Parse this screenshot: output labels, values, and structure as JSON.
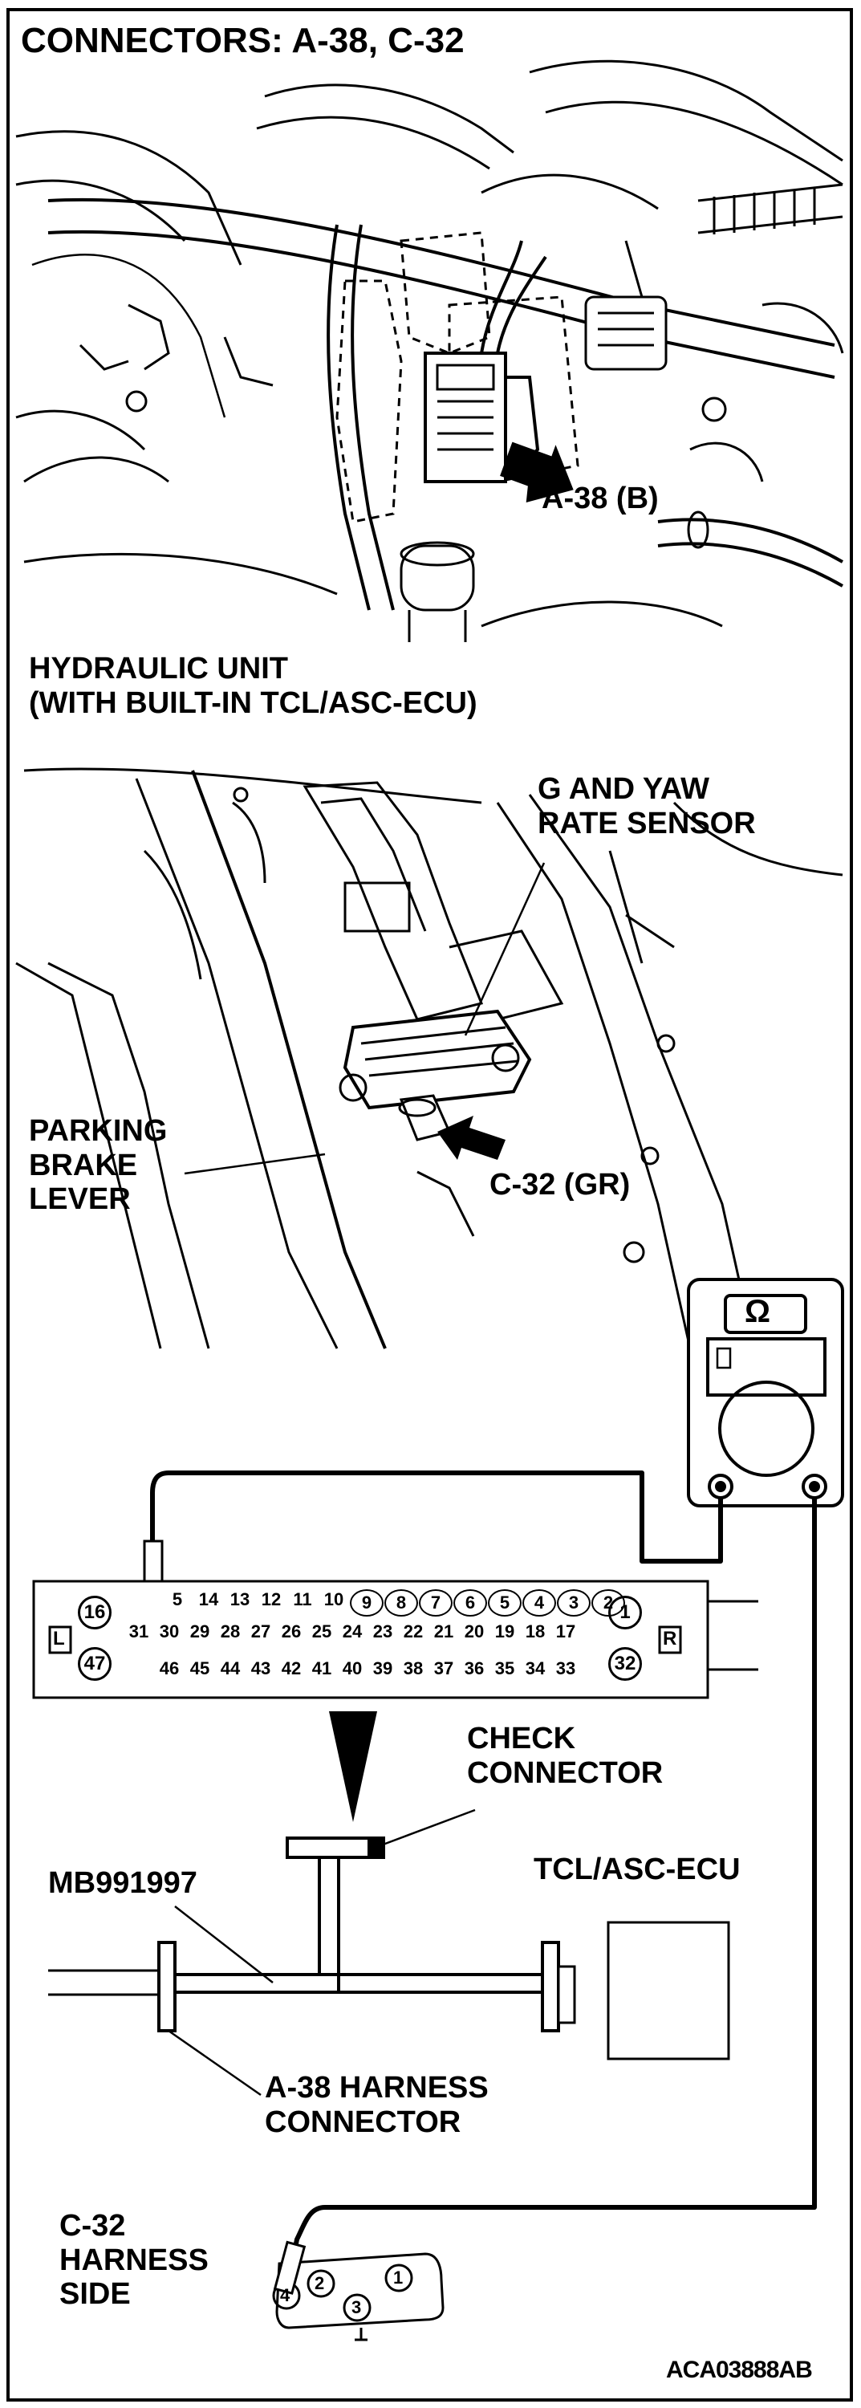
{
  "title": "CONNECTORS: A-38, C-32",
  "callouts": {
    "a38_connector": "A-38 (B)",
    "hydraulic_unit": "HYDRAULIC UNIT\n(WITH BUILT-IN TCL/ASC-ECU)",
    "g_yaw_sensor": "G AND YAW\nRATE SENSOR",
    "parking_brake": "PARKING\nBRAKE\nLEVER",
    "c32_connector": "C-32 (GR)",
    "check_connector": "CHECK\nCONNECTOR",
    "tool": "MB991997",
    "ecu": "TCL/ASC-ECU",
    "a38_harness": "A-38 HARNESS\nCONNECTOR",
    "c32_harness": "C-32\nHARNESS\nSIDE"
  },
  "meter": {
    "symbol": "Ω"
  },
  "check_connector_pins": {
    "left_marker": "L",
    "right_marker": "R",
    "left_column": [
      "16",
      "47"
    ],
    "right_column": [
      "1",
      "32"
    ],
    "top_row": [
      "5",
      "14",
      "13",
      "12",
      "11",
      "10",
      "9",
      "8",
      "7",
      "6",
      "5",
      "4",
      "3",
      "2"
    ],
    "middle_row": [
      "31",
      "30",
      "29",
      "28",
      "27",
      "26",
      "25",
      "24",
      "23",
      "22",
      "21",
      "20",
      "19",
      "18",
      "17"
    ],
    "bottom_row": [
      "46",
      "45",
      "44",
      "43",
      "42",
      "41",
      "40",
      "39",
      "38",
      "37",
      "36",
      "35",
      "34",
      "33"
    ]
  },
  "c32_pins": [
    "4",
    "2",
    "1",
    "3"
  ],
  "figure_code": "ACA03888AB"
}
